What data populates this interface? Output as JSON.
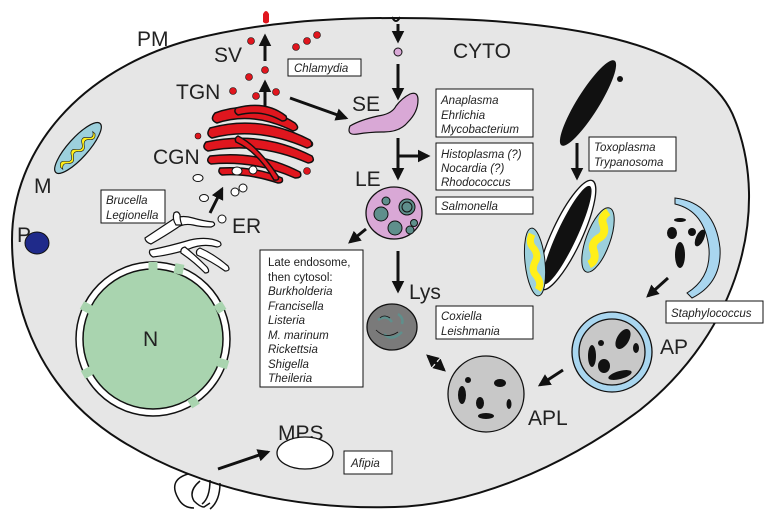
{
  "diagram": {
    "title": "Intracellular compartments exploited by pathogens",
    "colors": {
      "cytoplasm": "#e6e6e6",
      "membrane": "#111111",
      "golgi": "#e0161e",
      "endosome": "#d9a8d6",
      "vesicle_inner": "#5f8f8c",
      "nucleus": "#a9d4af",
      "mitochondria_outer": "#9cd0dc",
      "mitochondria_inner": "#ffef1a",
      "peroxisome": "#1f2a8a",
      "lysosome": "#7a7a7a",
      "autophagosome_ring": "#a9d6ef",
      "apl": "#c8c8c8",
      "parasite": "#111111"
    },
    "labels": {
      "pm": "PM",
      "cyto": "CYTO",
      "sv": "SV",
      "tgn": "TGN",
      "cgn": "CGN",
      "er": "ER",
      "se": "SE",
      "le": "LE",
      "lys": "Lys",
      "m": "M",
      "p": "P",
      "n": "N",
      "mps": "MPS",
      "ap": "AP",
      "apl": "APL"
    },
    "boxes": {
      "chlamydia": [
        "Chlamydia"
      ],
      "brucella": [
        "Brucella",
        "Legionella"
      ],
      "se": [
        "Anaplasma",
        "Ehrlichia",
        "Mycobacterium"
      ],
      "branch": [
        "Histoplasma (?)",
        "Nocardia (?)",
        "Rhodococcus"
      ],
      "salmonella": [
        "Salmonella"
      ],
      "late_endosome_header": [
        "Late endosome,",
        "then cytosol:"
      ],
      "late_endosome": [
        "Burkholderia",
        "Francisella",
        "Listeria",
        "M. marinum",
        "Rickettsia",
        "Shigella",
        "Theileria"
      ],
      "lys": [
        "Coxiella",
        "Leishmania"
      ],
      "toxo": [
        "Toxoplasma",
        "Trypanosoma"
      ],
      "staph": [
        "Staphylococcus"
      ],
      "afipia": [
        "Afipia"
      ]
    }
  }
}
